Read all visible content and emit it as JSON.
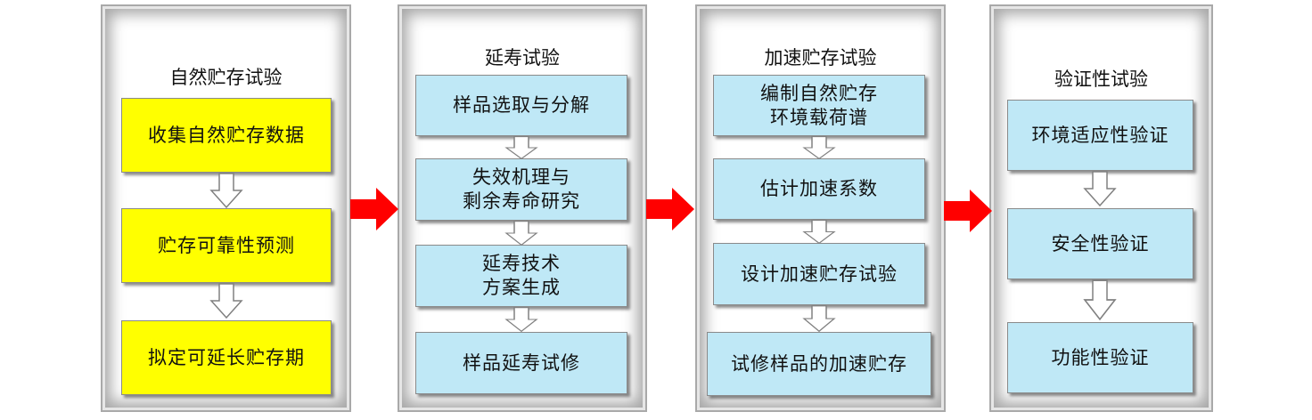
{
  "colors": {
    "stage1_box_fill": "#ffff00",
    "stage_box_fill": "#bfe8f6",
    "arrow_red": "#ff0000",
    "arrow_outline": "#808080"
  },
  "stages": [
    {
      "title": "自然贮存试验",
      "steps": [
        "收集自然贮存数据",
        "贮存可靠性预测",
        "拟定可延长贮存期"
      ]
    },
    {
      "title": "延寿试验",
      "steps": [
        "样品选取与分解",
        "失效机理与\n剩余寿命研究",
        "延寿技术\n方案生成",
        "样品延寿试修"
      ]
    },
    {
      "title": "加速贮存试验",
      "steps": [
        "编制自然贮存\n环境载荷谱",
        "估计加速系数",
        "设计加速贮存试验",
        "试修样品的加速贮存"
      ]
    },
    {
      "title": "验证性试验",
      "steps": [
        "环境适应性验证",
        "安全性验证",
        "功能性验证"
      ]
    }
  ]
}
